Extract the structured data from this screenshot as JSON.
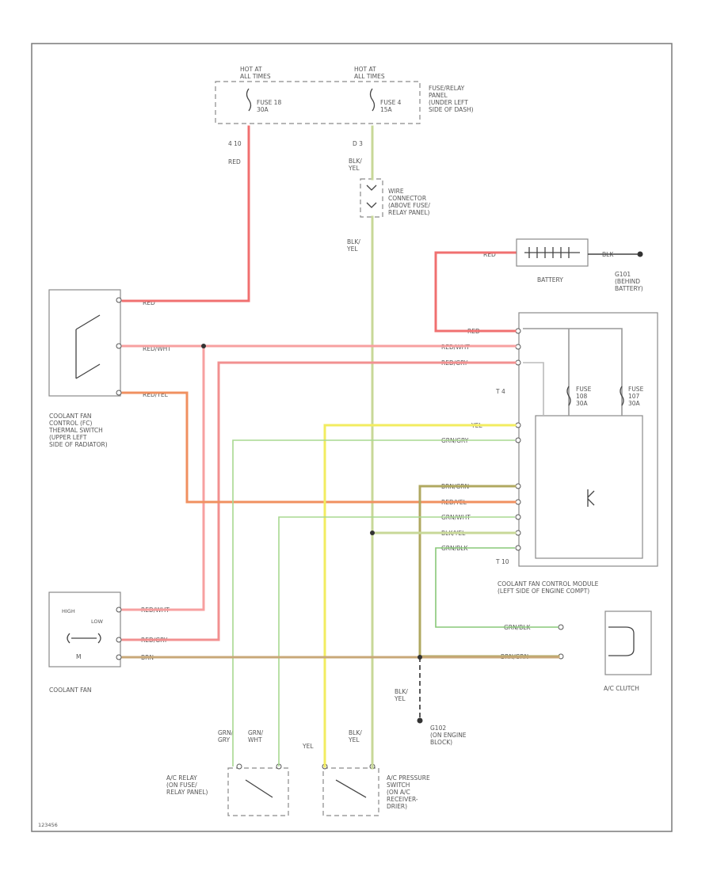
{
  "colors": {
    "red": "#f07070",
    "red_wht": "#f7a0a0",
    "red_gry": "#f29090",
    "red_yel": "#f09060",
    "grn_gry": "#a8d890",
    "grn_wht": "#a8d890",
    "brn": "#c8a878",
    "yel": "#f2ec60",
    "blk_yel": "#c8d898",
    "grn_blk": "#88c878",
    "brn_grn": "#b0a860",
    "gry": "#bbbbbb"
  },
  "labels": {
    "hot_at_all_times_left": "HOT AT\nALL TIMES",
    "hot_at_all_times_right": "HOT AT\nALL TIMES",
    "fuse_18": "FUSE 18\n30A",
    "fuse_4": "FUSE 4\n15A",
    "fuse_relay_panel": "FUSE/RELAY\nPANEL\n(UNDER LEFT\nSIDE OF DASH)",
    "wire_4_10": "4 10",
    "wire_red_top": "RED",
    "wire_d_3": "D 3",
    "wire_blk_yel_top": "BLK/\nYEL",
    "wire_connector": "WIRE\nCONNECTOR\n(ABOVE FUSE/\nRELAY PANEL)",
    "wire_blk_yel_mid": "BLK/\nYEL",
    "battery": "BATTERY",
    "wire_red_batt": "RED",
    "wire_blk_batt": "BLK",
    "g101": "G101\n(BEHIND\nBATTERY)",
    "cfc_switch_title": "COOLANT FAN\nCONTROL (FC)\nTHERMAL SWITCH\n(UPPER LEFT\nSIDE OF RADIATOR)",
    "w_red_1": "RED",
    "w_red_wht_1": "RED/WHT",
    "w_red_yel_1": "RED/YEL",
    "w_red_module": "RED",
    "w_red_wht_module": "RED/WHT",
    "w_red_gry_module": "RED/GRY",
    "fuse_108": "FUSE\n108\n30A",
    "fuse_107": "FUSE\n107\n30A",
    "t4": "T 4",
    "t10": "T 10",
    "w_yel_module": "YEL",
    "w_grn_gry_module": "GRN/GRY",
    "w_brn_grn_module": "BRN/GRN",
    "w_red_yel_module": "RED/YEL",
    "w_grn_wht_module": "GRN/WHT",
    "w_blk_yel_module": "BLK/YEL",
    "w_grn_blk_module": "GRN/BLK",
    "module_title": "COOLANT FAN CONTROL MODULE\n(LEFT SIDE OF ENGINE COMPT)",
    "fan_high": "HIGH",
    "fan_low": "LOW",
    "m_label": "M",
    "w_red_wht_fan": "RED/WHT",
    "w_red_gry_fan": "RED/GRY",
    "w_brn_fan": "BRN",
    "coolant_fan": "COOLANT FAN",
    "w_grn_blk_clutch": "GRN/BLK",
    "w_brn_grn_clutch": "BRN/GRN",
    "ac_clutch": "A/C CLUTCH",
    "w_blk_yel_g102": "BLK/\nYEL",
    "g102": "G102\n(ON ENGINE\nBLOCK)",
    "w_grn_gry_bottom": "GRN/\nGRY",
    "w_grn_wht_bottom": "GRN/\nWHT",
    "w_yel_bottom": "YEL",
    "w_blk_yel_bottom": "BLK/\nYEL",
    "ac_relay": "A/C RELAY\n(ON FUSE/\nRELAY PANEL)",
    "ac_pressure": "A/C PRESSURE\nSWITCH\n(ON A/C\nRECEIVER-\nDRIER)",
    "fig_code": "123456"
  }
}
